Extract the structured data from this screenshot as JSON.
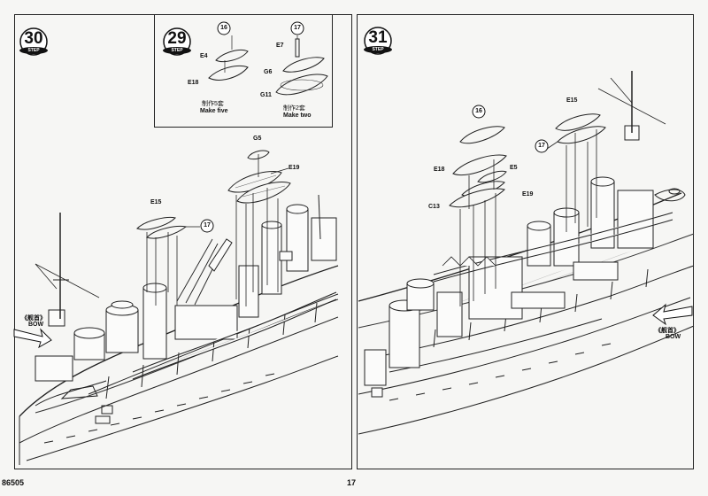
{
  "steps": {
    "step30": {
      "number": "30",
      "word": "STEP"
    },
    "step29": {
      "number": "29",
      "word": "STEP"
    },
    "step31": {
      "number": "31",
      "word": "STEP"
    }
  },
  "inset29": {
    "callout_16": "16",
    "callout_17": "17",
    "part_e4": "E4",
    "part_e18": "E18",
    "part_e7": "E7",
    "part_g6": "G6",
    "part_g11": "G11",
    "make_five_cn": "制作5套",
    "make_five_en": "Make five",
    "make_two_cn": "制作2套",
    "make_two_en": "Make two"
  },
  "panel30": {
    "part_g5": "G5",
    "part_e19": "E19",
    "part_e15": "E15",
    "callout_17": "17",
    "bow_cn": "《舰首》",
    "bow_en": "BOW"
  },
  "panel31": {
    "callout_16": "16",
    "callout_17": "17",
    "part_e15": "E15",
    "part_e18": "E18",
    "part_e5": "E5",
    "part_c13": "C13",
    "part_e19": "E19",
    "bow_cn": "《舰首》",
    "bow_en": "BOW"
  },
  "footer": {
    "kit_number": "86505",
    "page_number": "17"
  }
}
